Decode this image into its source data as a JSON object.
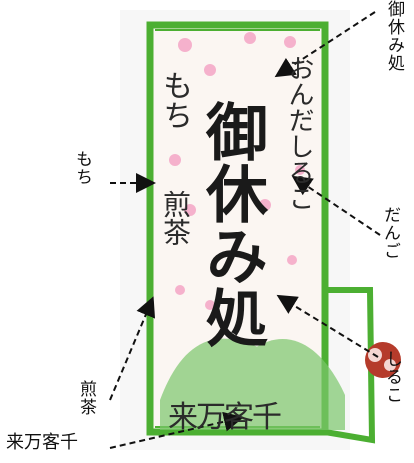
{
  "labels": {
    "mitokoro": "御休み処",
    "mochi": "もち",
    "dango": "だんご",
    "sencha": "煎茶",
    "shiruko": "しるこ",
    "senkyaku": "来万客千"
  },
  "banner": {
    "main": "御休み処",
    "left_top": "もち",
    "left_bottom": "煎茶",
    "right": "おんだしるこ",
    "bottom": "来万客千"
  },
  "colors": {
    "frame_green": "#4caf32",
    "paper": "#fbf6f2",
    "blossom": "#f4a6c6",
    "ink": "#1a1a1a",
    "sweet_red": "#b53b2b"
  }
}
